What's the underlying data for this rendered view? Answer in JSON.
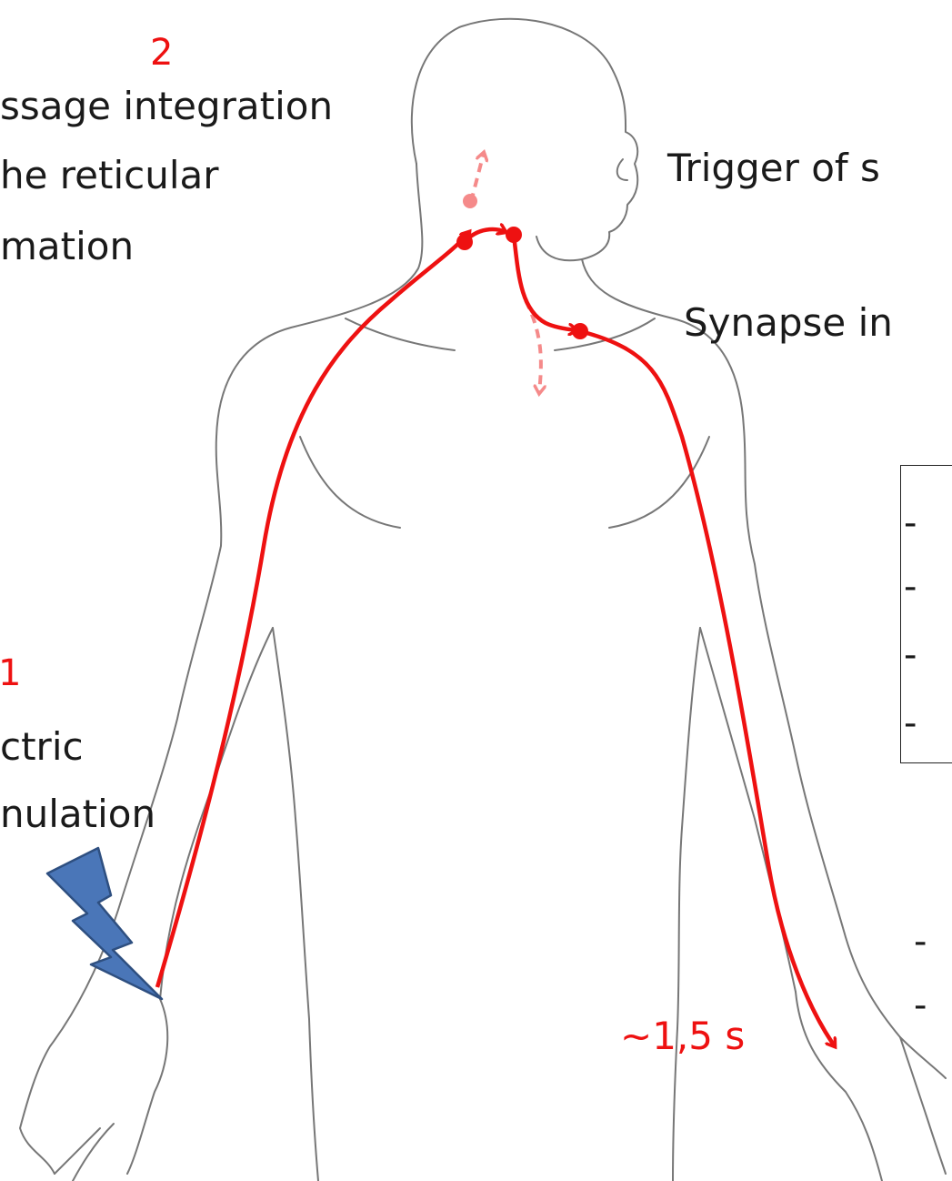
{
  "labels": {
    "step2_number": "2",
    "step2_line1": "ssage integration",
    "step2_line2": "he reticular",
    "step2_line3": "mation",
    "trigger": "Trigger of s",
    "synapse": "Synapse in",
    "step1_number": "1",
    "step1_line1": "ctric",
    "step1_line2": "nulation",
    "timing": "~1,5 s"
  },
  "box_items": [
    "-",
    "-",
    "-",
    "-"
  ],
  "bottom_items": [
    "-",
    "-"
  ],
  "colors": {
    "pathway": "#ee1111",
    "branch": "#f58a8a",
    "bolt_fill": "#4a76b8",
    "bolt_stroke": "#2e4f80",
    "body_outline": "#777777"
  },
  "icons": {
    "stimulus": "lightning-bolt-icon"
  }
}
